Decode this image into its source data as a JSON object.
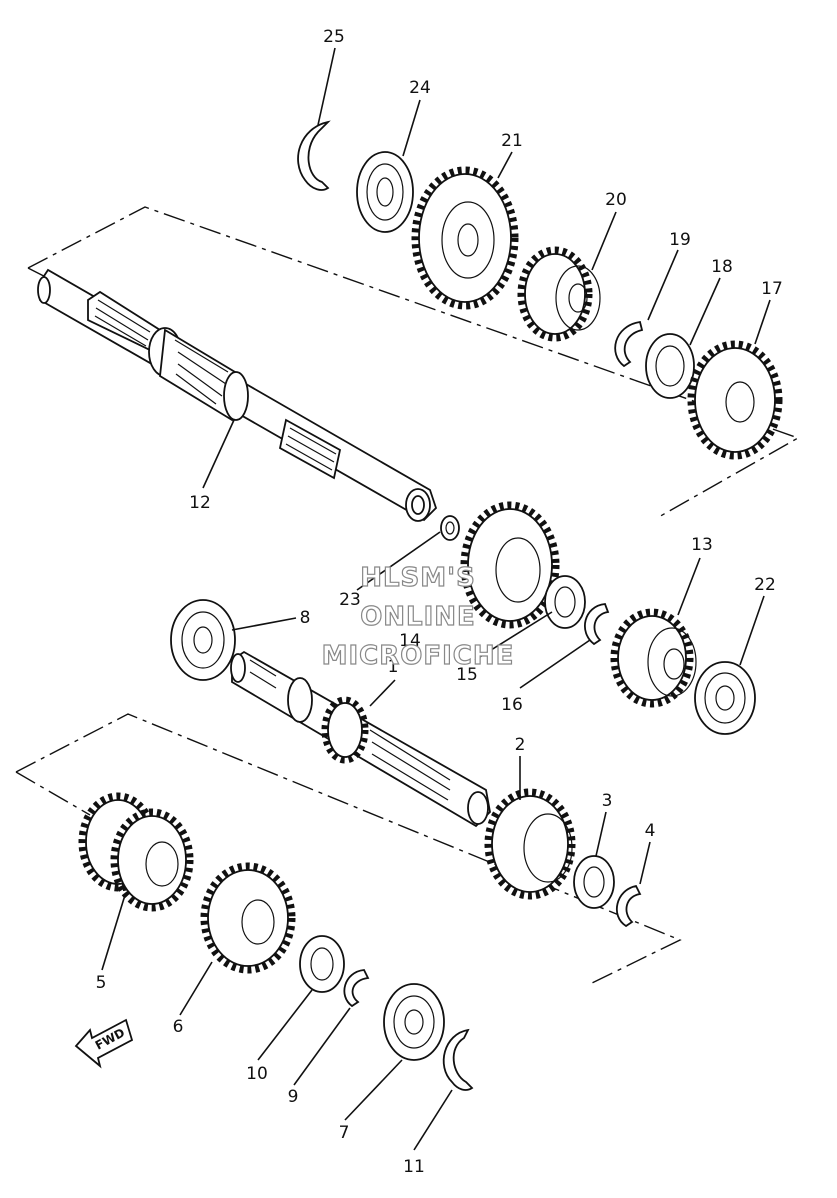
{
  "callouts": {
    "n1": "1",
    "n2": "2",
    "n3": "3",
    "n4": "4",
    "n5": "5",
    "n6": "6",
    "n7": "7",
    "n8": "8",
    "n9": "9",
    "n10": "10",
    "n11": "11",
    "n12": "12",
    "n13": "13",
    "n14": "14",
    "n15": "15",
    "n16": "16",
    "n17": "17",
    "n18": "18",
    "n19": "19",
    "n20": "20",
    "n21": "21",
    "n22": "22",
    "n23": "23",
    "n24": "24",
    "n25": "25"
  },
  "watermark": {
    "line1": "HLSM'S",
    "line2": "ONLINE",
    "line3": "MICROFICHE"
  },
  "fwd_label": "FWD",
  "icons": [
    "fwd-arrow-icon"
  ]
}
